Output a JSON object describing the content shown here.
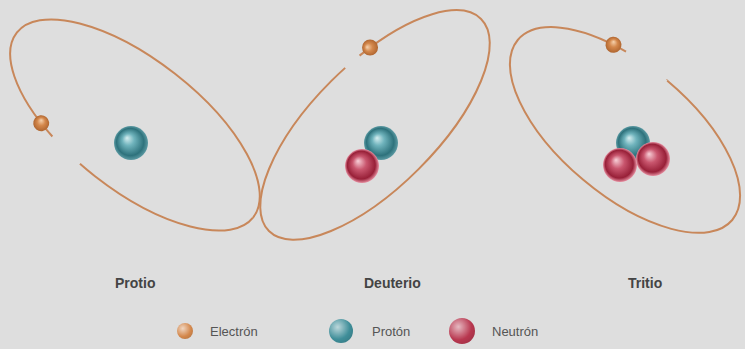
{
  "diagram": {
    "labels": [
      "Protio",
      "Deuterio",
      "Tritio"
    ],
    "legend": [
      {
        "text": "Electrón",
        "color": "#d4884c"
      },
      {
        "text": "Protón",
        "color": "#3f8e99"
      },
      {
        "text": "Neutrón",
        "color": "#b8374f"
      }
    ]
  }
}
